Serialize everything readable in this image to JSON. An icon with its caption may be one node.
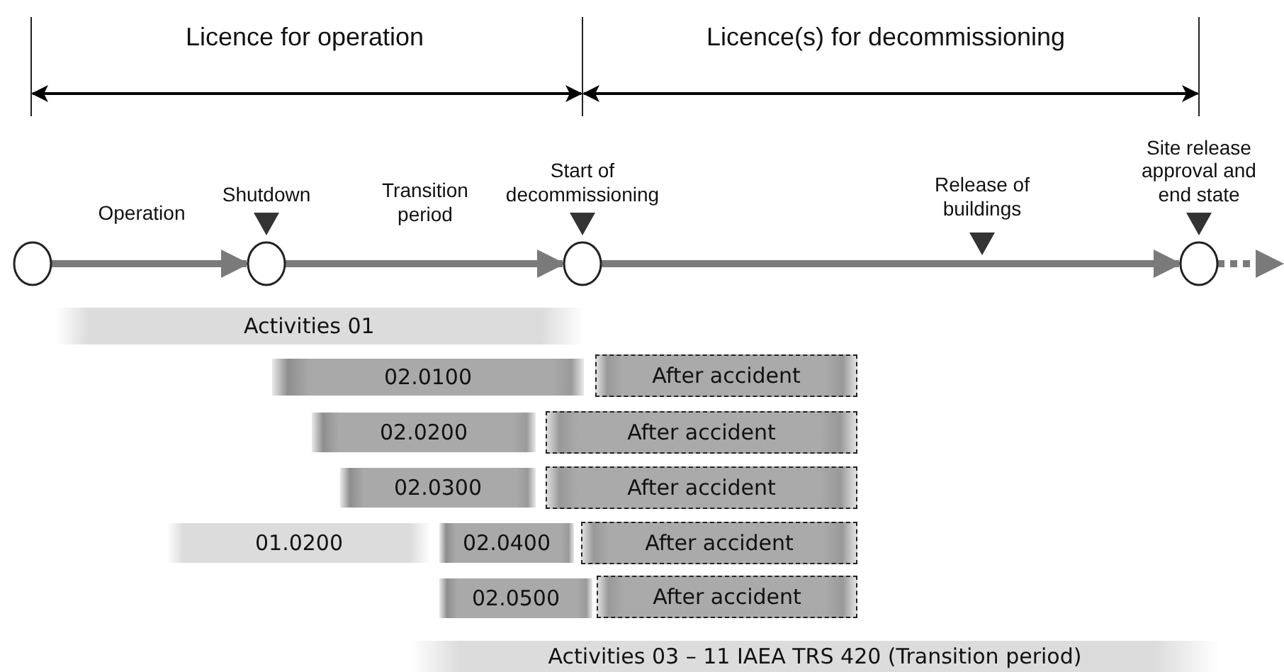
{
  "diagram": {
    "nodes": [
      {
        "text": [],
        "shape": "circle"
      },
      {
        "text": [],
        "shape": "circle",
        "beside": [
          "Shutdown"
        ]
      },
      {
        "text": [],
        "shape": "circle",
        "beside": [
          "Start of decommissioning"
        ]
      },
      {
        "text": [],
        "shape": "circle",
        "beside": [
          "Site release approval and end state"
        ]
      },
      {
        "text": [
          "Activities 01"
        ]
      },
      {
        "text": [
          "02.0100"
        ]
      },
      {
        "text": [
          "After accident"
        ]
      },
      {
        "text": [
          "02.0200"
        ]
      },
      {
        "text": [
          "After accident"
        ]
      },
      {
        "text": [
          "02.0300"
        ]
      },
      {
        "text": [
          "After accident"
        ]
      },
      {
        "text": [
          "01.0200"
        ]
      },
      {
        "text": [
          "02.0400"
        ]
      },
      {
        "text": [
          "After accident"
        ]
      },
      {
        "text": [
          "02.0500"
        ]
      },
      {
        "text": [
          "After accident"
        ]
      },
      {
        "text": [
          "Activities 03 – 11 IAEA TRS 420 (Transition period)"
        ]
      }
    ],
    "edges": [
      {
        "from": 0,
        "to": 1,
        "arrow": "to",
        "label": "Operation"
      },
      {
        "from": 1,
        "to": 2,
        "arrow": "to",
        "label": "Transition period"
      },
      {
        "from": 2,
        "to": 3,
        "arrow": "to"
      },
      {
        "from": 3,
        "to": null,
        "arrow": "to",
        "style": "dashed"
      }
    ],
    "labels": [
      "Licence for operation",
      "Licence(s) for decommissioning",
      "Release of buildings"
    ]
  }
}
